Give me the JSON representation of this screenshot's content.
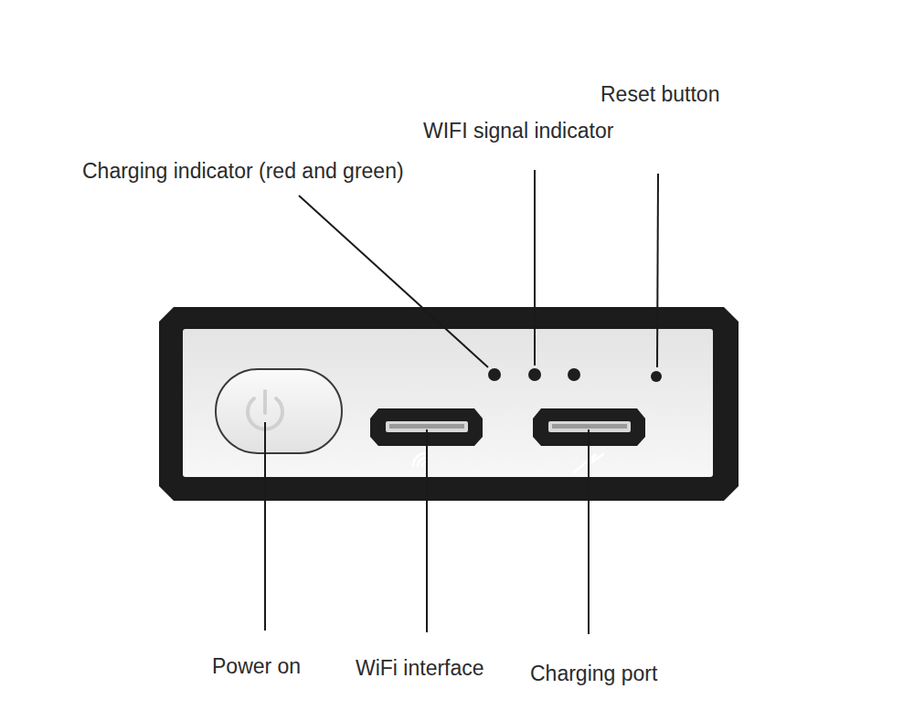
{
  "diagram": {
    "labels": [
      "Reset button",
      "WIFI signal indicator",
      "Charging indicator (red and green)",
      "Power on",
      "WiFi interface",
      "Charging port"
    ]
  }
}
